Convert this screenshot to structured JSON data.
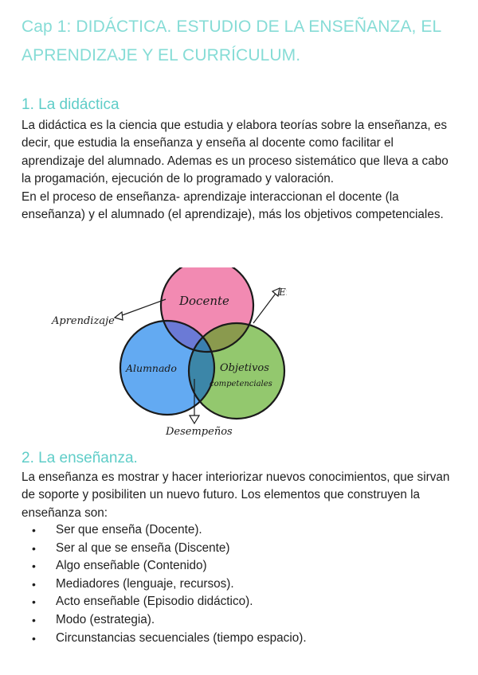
{
  "header": {
    "title": "Cap 1: DIDÁCTICA. ESTUDIO DE LA ENSEÑANZA, EL APRENDIZAJE Y EL CURRÍCULUM."
  },
  "section1": {
    "heading": "1. La didáctica",
    "paragraph1": "La didáctica es la ciencia que estudia y elabora teorías sobre la enseñanza, es decir, que estudia la enseñanza y enseña al docente como facilitar el aprendizaje del alumnado. Ademas es un proceso sistemático que lleva a cabo la progamación, ejecución de lo programado y valoración.",
    "paragraph2": "En el proceso de enseñanza- aprendizaje interaccionan el docente (la enseñanza)  y el alumnado (el aprendizaje), más los objetivos competenciales."
  },
  "diagram": {
    "docente": "Docente",
    "alumnado": "Alumnado",
    "objetivos_line1": "Objetivos",
    "objetivos_line2": "competenciales",
    "aprendizaje": "Aprendizaje",
    "ensenanza": "Enseñanza",
    "desempenos": "Desempeños",
    "colors": {
      "docente": "#f28ab2",
      "alumnado": "#63aaf2",
      "objetivos": "#93c86e",
      "docente_alumnado": "#6b7ad6",
      "docente_objetivos": "#8a9a4e",
      "alumnado_objetivos": "#3c86a8",
      "center": "#3a7fb0"
    }
  },
  "section2": {
    "heading": "2. La enseñanza.",
    "paragraph": "La enseñanza es mostrar y hacer interiorizar nuevos conocimientos, que sirvan de soporte y posibiliten un nuevo futuro. Los elementos que construyen la enseñanza son:",
    "bullet_glyph": "•",
    "items": [
      "Ser que enseña (Docente).",
      "Ser al que se enseña (Discente)",
      "Algo enseñable (Contenido)",
      "Mediadores (lenguaje, recursos).",
      "Acto enseñable (Episodio didáctico).",
      "Modo (estrategia).",
      "Circunstancias secuenciales (tiempo espacio)."
    ]
  }
}
